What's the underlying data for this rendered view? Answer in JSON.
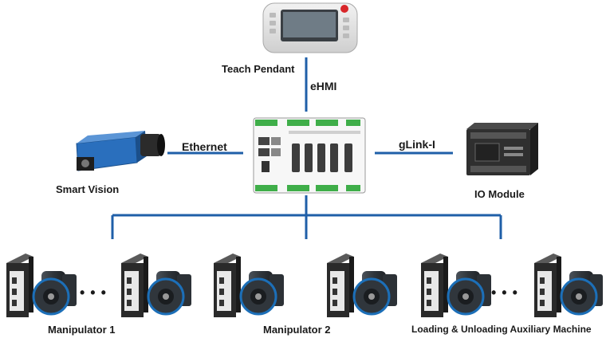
{
  "labels": {
    "teach_pendant": "Teach Pendant",
    "ehmi": "eHMI",
    "ethernet": "Ethernet",
    "glink": "gLink-I",
    "smart_vision": "Smart Vision",
    "io_module": "IO Module",
    "manipulator_1": "Manipulator 1",
    "manipulator_2": "Manipulator 2",
    "aux_machine": "Loading & Unloading Auxiliary Machine"
  },
  "ellipsis": "• • •",
  "colors": {
    "line": "#1f5fa8",
    "camera_body": "#2a6fbd",
    "dark": "#2b2b2b",
    "motor": "#33393f",
    "motor_ring": "#1c6fb8"
  }
}
